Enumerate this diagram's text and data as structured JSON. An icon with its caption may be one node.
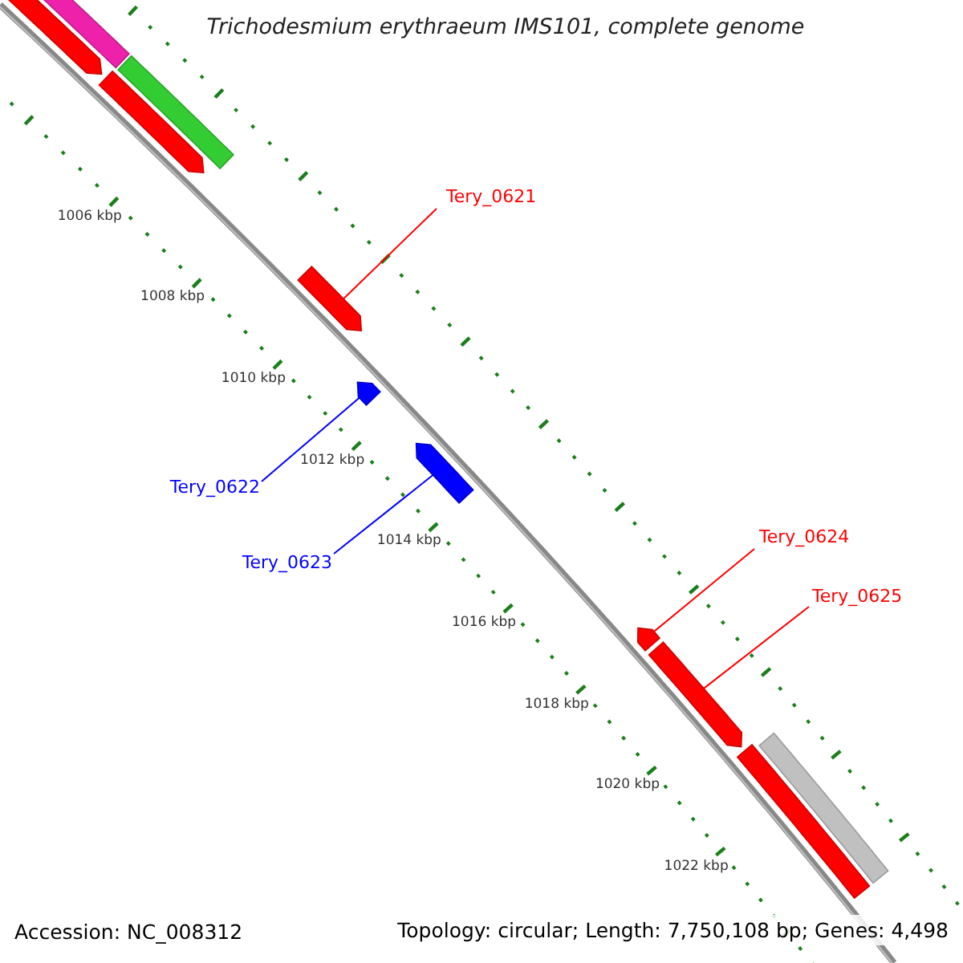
{
  "diagram": {
    "title": "Trichodesmium erythraeum IMS101, complete genome",
    "nodes": [
      {
        "text": [],
        "shape": "arrow"
      },
      {
        "text": [],
        "shape": "bar"
      },
      {
        "text": [],
        "shape": "arrow"
      },
      {
        "text": [],
        "shape": "bar"
      },
      {
        "text": [
          "Tery_0621"
        ]
      },
      {
        "text": [],
        "shape": "arrow"
      },
      {
        "text": [],
        "shape": "arrow"
      },
      {
        "text": [
          "Tery_0622"
        ]
      },
      {
        "text": [],
        "shape": "arrow"
      },
      {
        "text": [
          "Tery_0623"
        ]
      },
      {
        "text": [
          "Tery_0624"
        ]
      },
      {
        "text": [],
        "shape": "arrow"
      },
      {
        "text": [
          "Tery_0625"
        ]
      },
      {
        "text": [],
        "shape": "arrow"
      },
      {
        "text": [],
        "shape": "bar"
      },
      {
        "text": [],
        "shape": "bar"
      }
    ],
    "edges": [
      {
        "from": 4,
        "to": 5,
        "arrow": "none"
      },
      {
        "from": 7,
        "to": 6,
        "arrow": "none",
        "color": "#0000ff"
      },
      {
        "from": 9,
        "to": 8,
        "arrow": "none",
        "color": "#0000ff"
      },
      {
        "from": 10,
        "to": 11,
        "arrow": "none"
      },
      {
        "from": 12,
        "to": 13,
        "arrow": "none"
      }
    ],
    "labels": [
      "1006 kbp",
      "1008 kbp",
      "1010 kbp",
      "1012 kbp",
      "1014 kbp",
      "1016 kbp",
      "1018 kbp",
      "1020 kbp",
      "1022 kbp",
      "Accession: NC_008312",
      "Topology: circular; Length: 7,750,108 bp; Genes: 4,498"
    ]
  }
}
